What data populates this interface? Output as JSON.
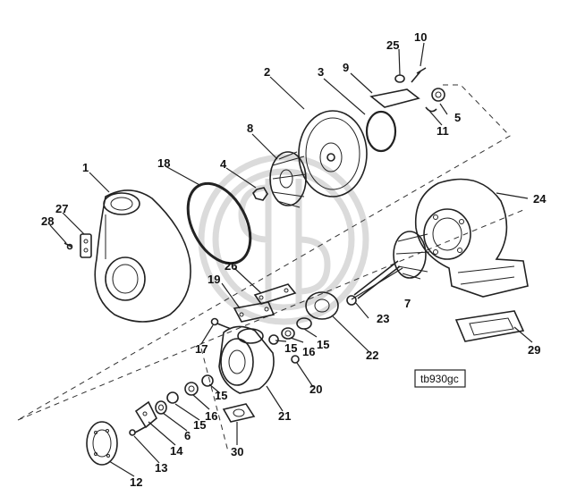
{
  "diagram": {
    "reference_label": "tb930gc",
    "callouts": [
      {
        "id": "c1",
        "label": "1"
      },
      {
        "id": "c2",
        "label": "2"
      },
      {
        "id": "c3",
        "label": "3"
      },
      {
        "id": "c4",
        "label": "4"
      },
      {
        "id": "c5",
        "label": "5"
      },
      {
        "id": "c6",
        "label": "6"
      },
      {
        "id": "c7",
        "label": "7"
      },
      {
        "id": "c8",
        "label": "8"
      },
      {
        "id": "c9",
        "label": "9"
      },
      {
        "id": "c10",
        "label": "10"
      },
      {
        "id": "c11",
        "label": "11"
      },
      {
        "id": "c12",
        "label": "12"
      },
      {
        "id": "c13",
        "label": "13"
      },
      {
        "id": "c14",
        "label": "14"
      },
      {
        "id": "c15a",
        "label": "15"
      },
      {
        "id": "c15b",
        "label": "15"
      },
      {
        "id": "c15c",
        "label": "15"
      },
      {
        "id": "c15d",
        "label": "15"
      },
      {
        "id": "c16a",
        "label": "16"
      },
      {
        "id": "c16b",
        "label": "16"
      },
      {
        "id": "c17",
        "label": "17"
      },
      {
        "id": "c18",
        "label": "18"
      },
      {
        "id": "c19",
        "label": "19"
      },
      {
        "id": "c20",
        "label": "20"
      },
      {
        "id": "c21",
        "label": "21"
      },
      {
        "id": "c22",
        "label": "22"
      },
      {
        "id": "c23",
        "label": "23"
      },
      {
        "id": "c24",
        "label": "24"
      },
      {
        "id": "c25",
        "label": "25"
      },
      {
        "id": "c26",
        "label": "26"
      },
      {
        "id": "c27",
        "label": "27"
      },
      {
        "id": "c28",
        "label": "28"
      },
      {
        "id": "c29",
        "label": "29"
      },
      {
        "id": "c30",
        "label": "30"
      }
    ]
  }
}
